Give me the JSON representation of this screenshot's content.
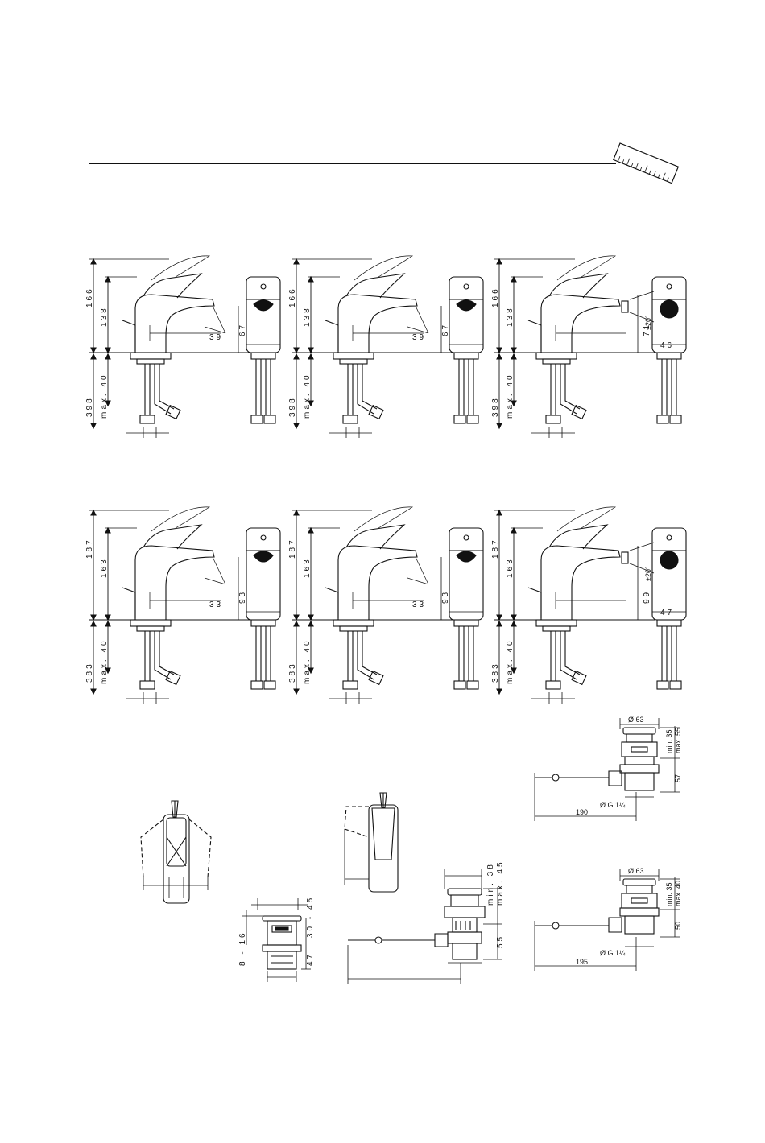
{
  "row1": {
    "panels": [
      {
        "h_total": "166",
        "h_spout": "138",
        "h_below": "398",
        "h_max": "max. 40",
        "d_angle": "39",
        "d_spout_h": "67",
        "d_front": ""
      },
      {
        "h_total": "166",
        "h_spout": "138",
        "h_below": "398",
        "h_max": "max. 40",
        "d_angle": "39",
        "d_spout_h": "67",
        "d_front": ""
      },
      {
        "h_total": "166",
        "h_spout": "138",
        "h_below": "398",
        "h_max": "max. 40",
        "d_angle": "±20°",
        "d_spout_h": "71",
        "d_front": "46"
      }
    ]
  },
  "row2": {
    "panels": [
      {
        "h_total": "187",
        "h_spout": "163",
        "h_below": "383",
        "h_max": "max. 40",
        "d_angle": "33",
        "d_spout_h": "93",
        "d_front": ""
      },
      {
        "h_total": "187",
        "h_spout": "163",
        "h_below": "383",
        "h_max": "max. 40",
        "d_angle": "33",
        "d_spout_h": "93",
        "d_front": ""
      },
      {
        "h_total": "187",
        "h_spout": "163",
        "h_below": "383",
        "h_max": "max. 40",
        "d_angle": "±20°",
        "d_spout_h": "99",
        "d_front": "47"
      }
    ]
  },
  "waste1": {
    "dia": "Ø 63",
    "min": "min. 35",
    "max": "max. 55",
    "h": "57",
    "thread": "Ø G 1¼",
    "len": "190"
  },
  "waste2": {
    "dia": "Ø 63",
    "min": "min. 35",
    "max": "max. 40",
    "h": "50",
    "thread": "Ø G 1¼",
    "len": "195"
  },
  "pushdrain": {
    "a": "30 - 45",
    "b": "8 - 16",
    "c": "47"
  },
  "popup": {
    "min": "min. 38",
    "max": "max. 45",
    "h": "55"
  }
}
